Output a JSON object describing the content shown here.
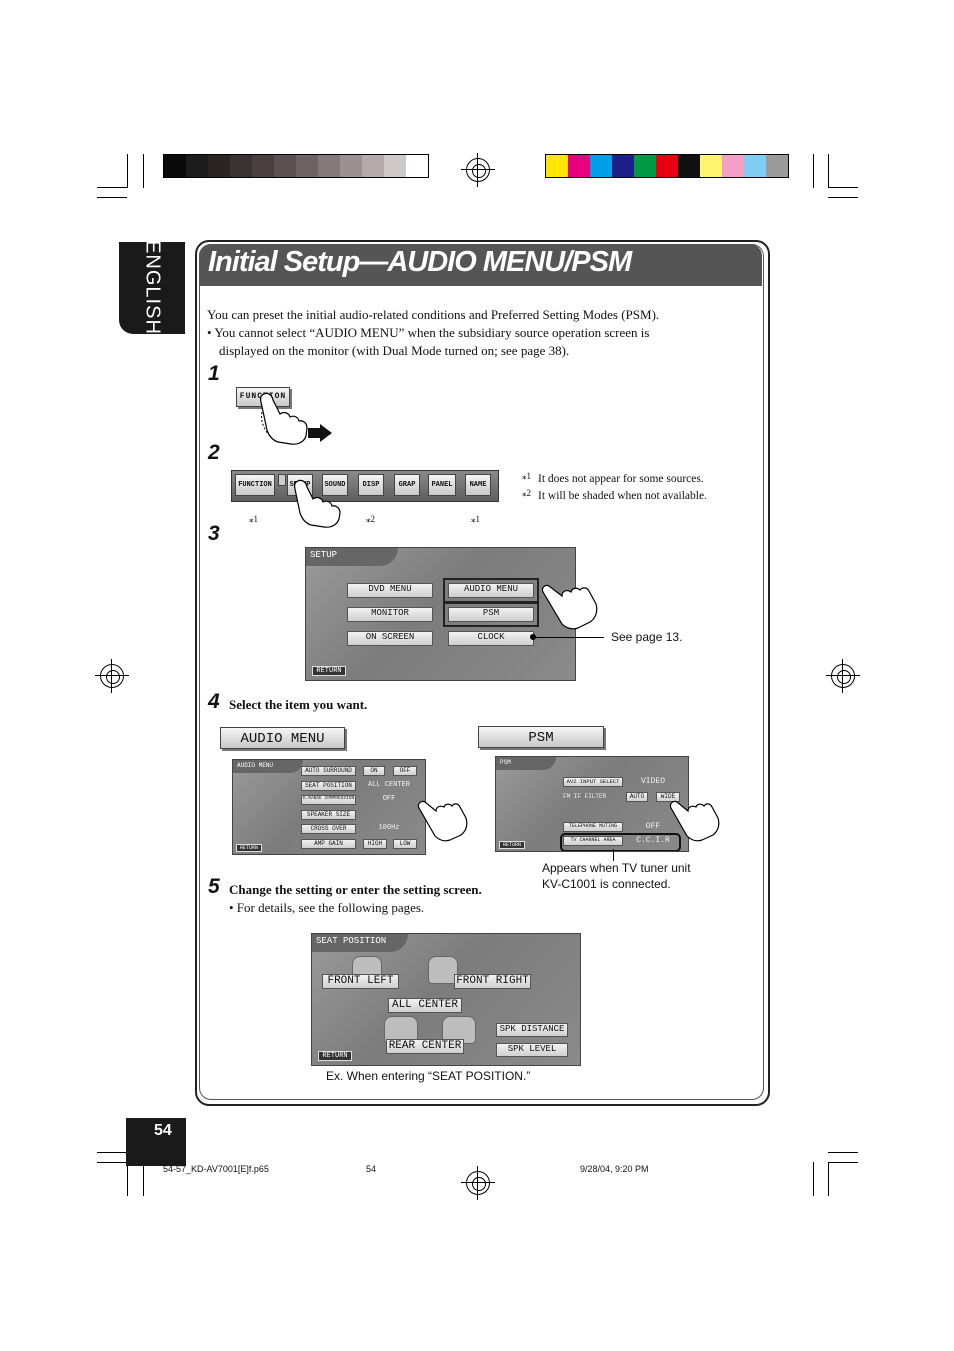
{
  "language_tab": "ENGLISH",
  "title": "Initial Setup—AUDIO MENU/PSM",
  "intro": {
    "line1": "You can preset the initial audio-related conditions and Preferred Setting Modes (PSM).",
    "bullet_line1": "•  You cannot select “AUDIO MENU” when the subsidiary source operation screen is",
    "bullet_line2": "displayed on the monitor (with Dual Mode turned on; see page 38)."
  },
  "steps": {
    "s1": "1",
    "s2": "2",
    "s3": "3",
    "s4": "4",
    "s4_text": "Select the item you want.",
    "s5": "5",
    "s5_text": "Change the setting or enter the setting screen.",
    "s5_bullet": "•  For details, see the following pages."
  },
  "function_button": "FUNCTION",
  "function_bar": {
    "buttons": [
      "FUNCTION",
      "SETUP",
      "SOUND",
      "DISP",
      "GRAP",
      "PANEL",
      "NAME"
    ],
    "marks": [
      "⁎1",
      "⁎2",
      "⁎1"
    ]
  },
  "footnotes": {
    "n1_mark": "⁎1",
    "n1": "It does not appear for some sources.",
    "n2_mark": "⁎2",
    "n2": "It will be shaded when not available."
  },
  "setup_screen": {
    "header": "SETUP",
    "buttons": [
      "DVD MENU",
      "AUDIO MENU",
      "MONITOR",
      "PSM",
      "ON SCREEN",
      "CLOCK"
    ],
    "return": "RETURN",
    "see_page": "See page 13."
  },
  "audio_menu": {
    "label": "AUDIO MENU",
    "header": "AUDIO MENU",
    "rows": [
      {
        "item": "AUTO SURROUND",
        "value": "",
        "opt1": "ON",
        "opt2": "OFF"
      },
      {
        "item": "SEAT POSITION",
        "value": "ALL CENTER"
      },
      {
        "item": "D.RANGE COMPRESSION",
        "value": "OFF"
      },
      {
        "item": "SPEAKER SIZE",
        "value": ""
      },
      {
        "item": "CROSS OVER",
        "value": "100Hz"
      },
      {
        "item": "AMP GAIN",
        "value": "",
        "opt1": "HIGH",
        "opt2": "LOW"
      }
    ],
    "return": "RETURN"
  },
  "psm": {
    "label": "PSM",
    "header": "PSM",
    "rows": [
      {
        "item": "AV2 INPUT SELECT",
        "value": "VIDEO"
      },
      {
        "item": "FM IF FILTER",
        "opt1": "AUTO",
        "opt2": "WIDE"
      },
      {
        "item": "TELEPHONE MUTING",
        "value": "OFF"
      },
      {
        "item": "TV CHANNEL AREA",
        "value": "C.C.I.R"
      }
    ],
    "return": "RETURN",
    "note_line1": "Appears when TV tuner unit",
    "note_line2": "KV-C1001 is connected."
  },
  "seat_screen": {
    "header": "SEAT POSITION",
    "buttons": [
      "FRONT LEFT",
      "FRONT RIGHT",
      "ALL CENTER",
      "REAR CENTER",
      "SPK DISTANCE",
      "SPK LEVEL"
    ],
    "return": "RETURN",
    "caption": "Ex. When entering “SEAT POSITION.”"
  },
  "page_number": "54",
  "footer": {
    "file": "54-57_KD-AV7001[E]f.p65",
    "page": "54",
    "date": "9/28/04, 9:20 PM"
  },
  "colors": {
    "gray_steps": [
      "#0a0a0a",
      "#1c1c1c",
      "#2a2424",
      "#3a3232",
      "#4a3f3f",
      "#5c5050",
      "#6e6262",
      "#857878",
      "#9c9090",
      "#b4aaaa",
      "#cfc8c8",
      "#ffffff"
    ],
    "process": [
      "#ffe600",
      "#e6007e",
      "#00a0e9",
      "#1d2088",
      "#009944",
      "#e60012",
      "#111111",
      "#fff46e",
      "#f39fc7",
      "#7ecef4",
      "#9a9a9a"
    ],
    "title_band": "#555555"
  }
}
